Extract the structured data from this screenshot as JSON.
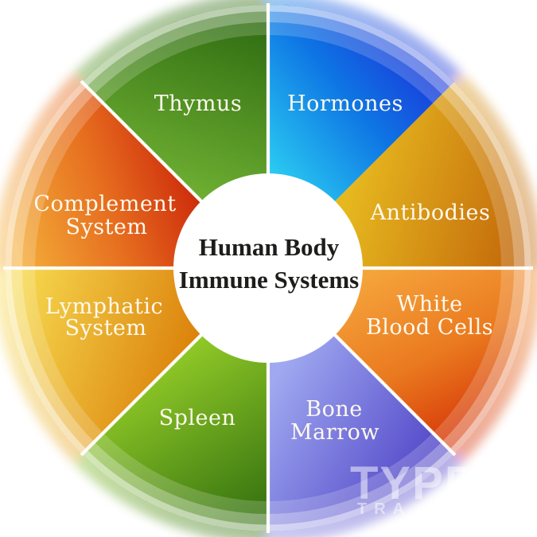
{
  "title": {
    "line1": "Human Body",
    "line2": "Immune Systems"
  },
  "watermark": {
    "line1": "TYPE",
    "line2": "TRA"
  },
  "colors": {
    "background": "#ffffff",
    "separator": "#fffdf7",
    "title_text": "#1d1d1b",
    "label_text": "#fdf9ee",
    "center_circle": "#ffffff"
  },
  "segments": [
    {
      "id": "thymus",
      "label_lines": [
        "Thymus"
      ],
      "color_light": "#6fb033",
      "color_dark": "#2d6a10"
    },
    {
      "id": "hormones",
      "label_lines": [
        "Hormones"
      ],
      "color_light": "#2bcdf2",
      "color_mid": "#0e76e4",
      "color_dark": "#1b35da"
    },
    {
      "id": "antibodies",
      "label_lines": [
        "Antibodies"
      ],
      "color_light": "#e6b81f",
      "color_dark": "#c2660a"
    },
    {
      "id": "white-blood-cells",
      "label_lines": [
        "White",
        "Blood Cells"
      ],
      "color_light": "#f5a43c",
      "color_mid": "#ea7a1f",
      "color_dark": "#d32c04"
    },
    {
      "id": "bone-marrow",
      "label_lines": [
        "Bone",
        "Marrow"
      ],
      "color_light": "#9fa8f0",
      "color_dark": "#4a3dc4"
    },
    {
      "id": "spleen",
      "label_lines": [
        "Spleen"
      ],
      "color_light": "#90c927",
      "color_dark": "#2d6a0e"
    },
    {
      "id": "lymphatic-system",
      "label_lines": [
        "Lymphatic",
        "System"
      ],
      "color_light": "#f6d94f",
      "color_dark": "#dc830c"
    },
    {
      "id": "complement-system",
      "label_lines": [
        "Complement",
        "System"
      ],
      "color_light": "#f3ad39",
      "color_mid": "#e66c1e",
      "color_dark": "#ce2d0c"
    }
  ]
}
